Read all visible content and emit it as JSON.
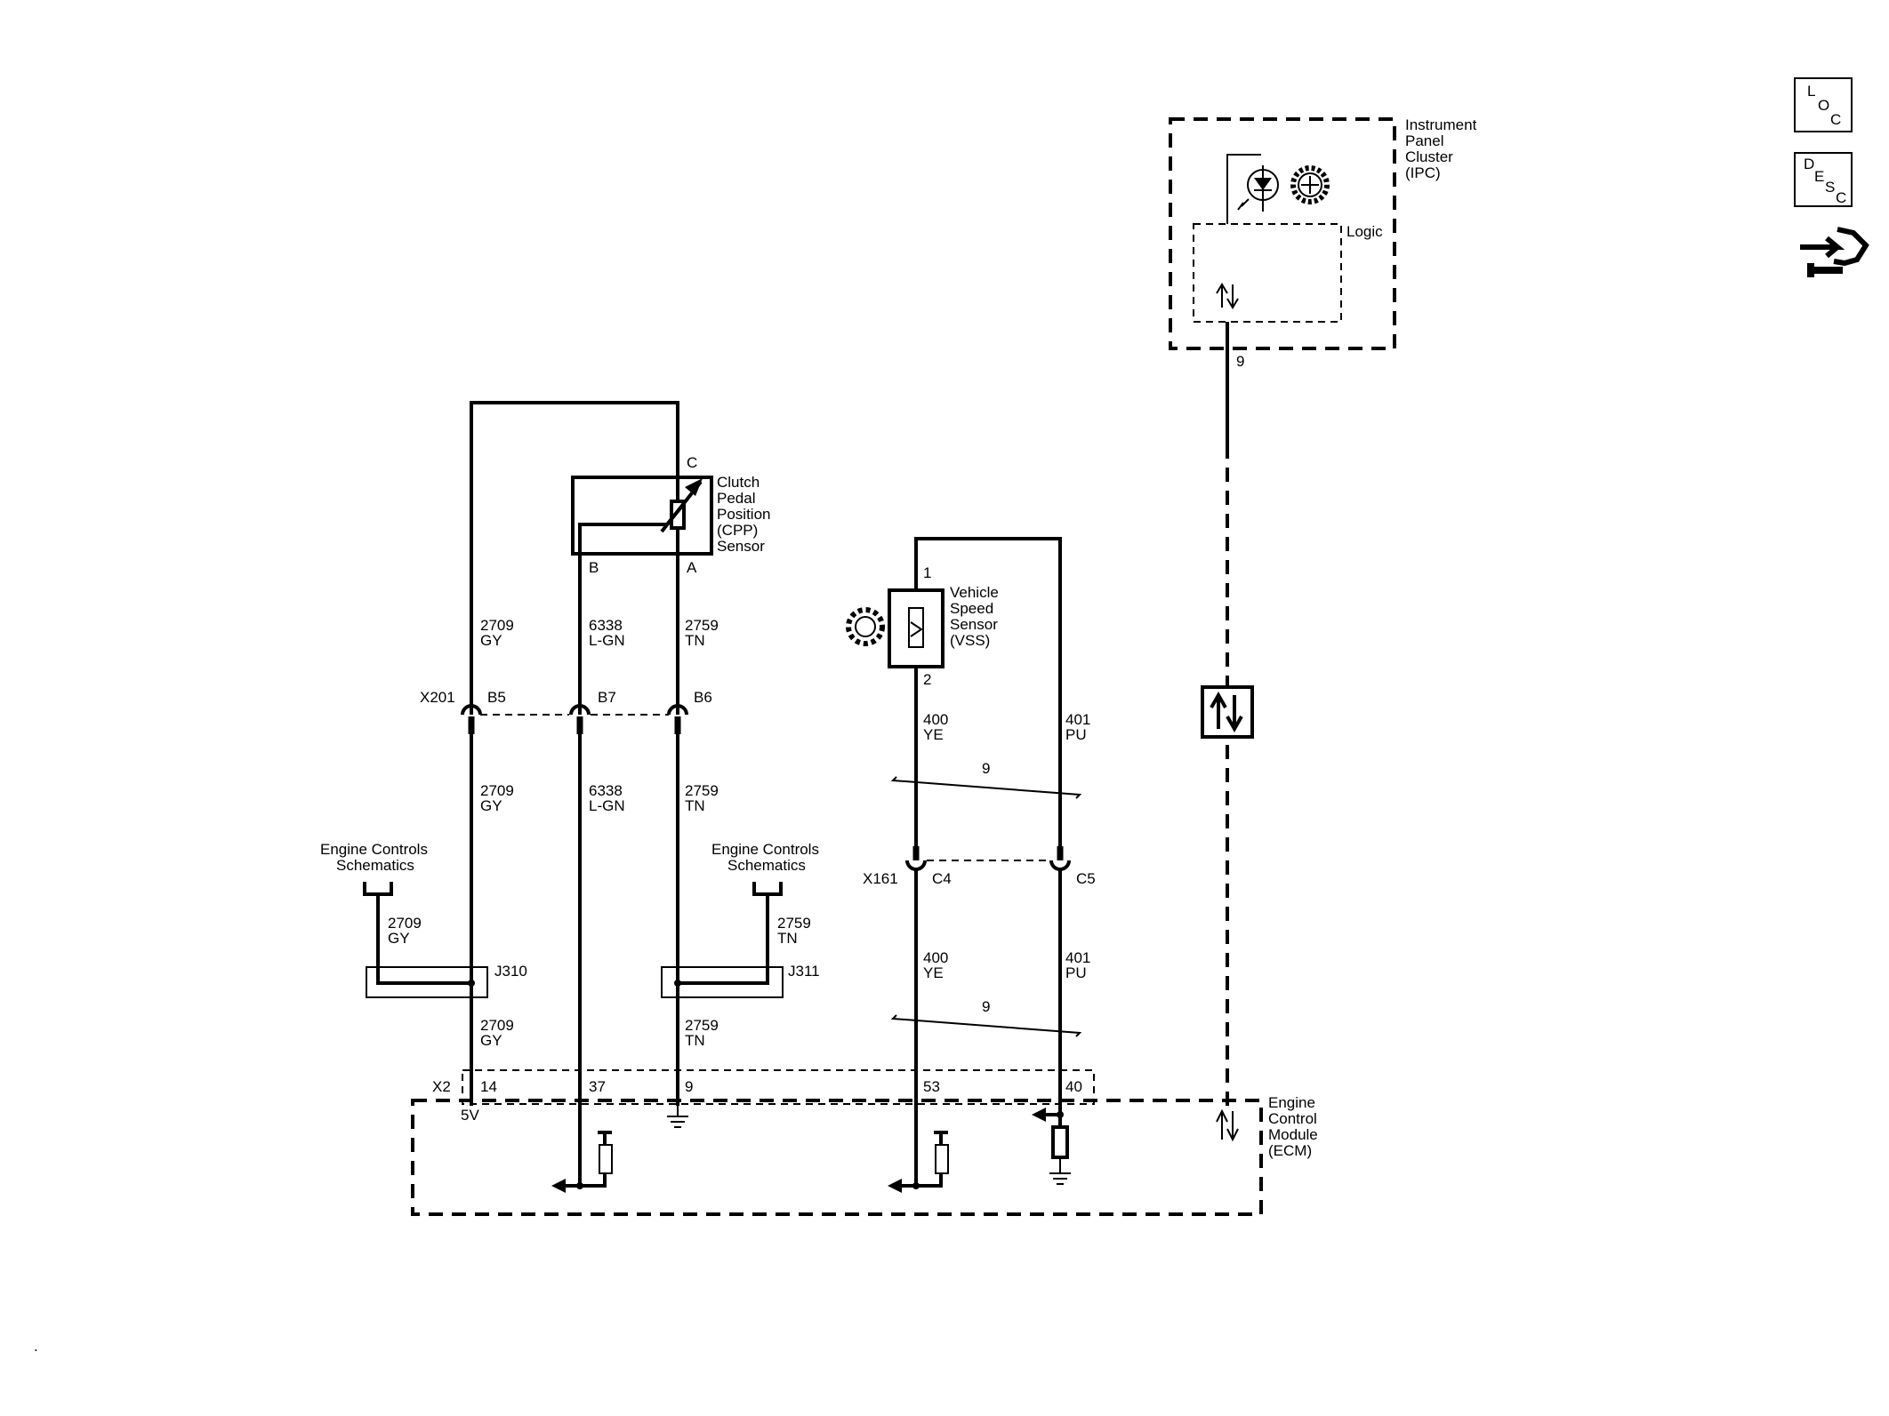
{
  "ipc": {
    "label": [
      "Instrument",
      "Panel",
      "Cluster",
      "(IPC)"
    ],
    "logic_label": "Logic",
    "pin": "9"
  },
  "ecm": {
    "label": [
      "Engine",
      "Control",
      "Module",
      "(ECM)"
    ],
    "connector": "X2",
    "pins": [
      "14",
      "37",
      "9",
      "53",
      "40"
    ],
    "voltage": "5V"
  },
  "cpp": {
    "label": [
      "Clutch",
      "Pedal",
      "Position",
      "(CPP)",
      "Sensor"
    ],
    "pin_c": "C",
    "pin_b": "B",
    "pin_a": "A"
  },
  "vss": {
    "label": [
      "Vehicle",
      "Speed",
      "Sensor",
      "(VSS)"
    ],
    "pin_1": "1",
    "pin_2": "2"
  },
  "connectors": {
    "x201": "X201",
    "b5": "B5",
    "b7": "B7",
    "b6": "B6",
    "x161": "X161",
    "c4": "C4",
    "c5": "C5",
    "j310": "J310",
    "j311": "J311"
  },
  "wires": {
    "w2709": [
      "2709",
      "GY"
    ],
    "w6338": [
      "6338",
      "L-GN"
    ],
    "w2759": [
      "2759",
      "TN"
    ],
    "w400": [
      "400",
      "YE"
    ],
    "w401": [
      "401",
      "PU"
    ],
    "twist": "9"
  },
  "refs": {
    "engine_controls": [
      "Engine Controls",
      "Schematics"
    ]
  },
  "side_buttons": {
    "loc": [
      "L",
      "O",
      "C"
    ],
    "desc": [
      "D",
      "E",
      "S",
      "C"
    ],
    "icons": [
      "tools-icon"
    ]
  },
  "misc": {
    "dot": "."
  }
}
